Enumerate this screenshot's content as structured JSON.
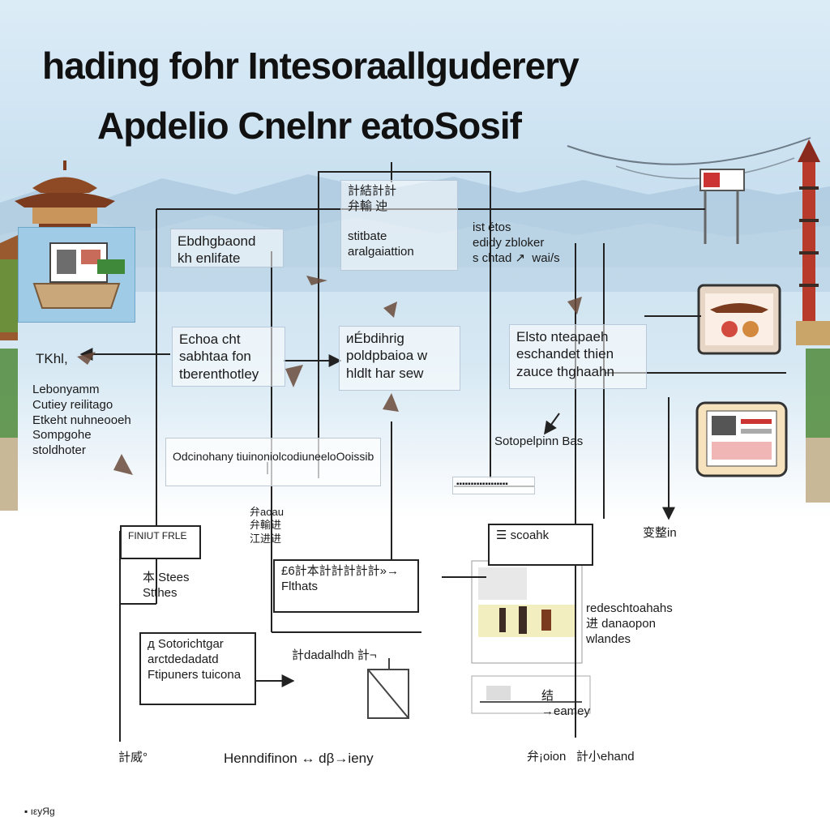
{
  "title": "hading fohr Intesoraallguderery",
  "subtitle": "Apdelio Cnelnr eatoSosif",
  "nodes": {
    "left_top": "Ebdhgbaond\nkh enlifate",
    "center_top": "計結計計\n弁輸 迚\n \nstitbate\naralgaiattion",
    "right_top": "ist étos\nedidy zbloker\ns chtad ↗  wai/s",
    "left_mid": "Echoa cht\nsabhtaa fon\ntberenthotley",
    "center_mid": "иÉbdihrig\npoldpbaioa w\nhldlt har sew",
    "right_mid": "Elsto nteapaeh\neschandet thien\nzauce thghaahn",
    "left_side_label": "TKhl,",
    "left_side": "Lebonyamm\nCutiey reilitago\nEtkeht nuhneooeh\nSompgohe\nstoldhoter",
    "process_bar": "Odcinohany tiuinoniolcodiuneeloOoissib",
    "right_caption": "Sotopelpinn Bas",
    "small_bar": "▪▪▪▪▪▪▪▪▪▪▪▪▪▪▪▪▪▪",
    "far_right_label": "变整in",
    "fiqu_label": "弁aoau\n弁輸进\n江进进",
    "low_left_header": "FINIUT FRLE",
    "low_left_box": "本 Stees\nStthes",
    "low_center_box": "£6計本計計計計計»→\nFlthats",
    "low_right_top": "☰ scoahk",
    "bottom_left_box": "д Sotorichtgar\narctdedadatd\nFtipuners tuicona",
    "bottom_center_label": "計dadalhdh 計¬",
    "right_list": "redeschtoahahs\n进 danaopon\nwlandes",
    "desk_label": "结 →eamey",
    "footer_left": "計威°",
    "footer_center": "Henndifinon ↔ dβ→ieny",
    "footer_right": "弁¡oion   計小ehand",
    "corner_note": "▪ ıεyЯg"
  },
  "colors": {
    "sky": "#c9e0f0",
    "pagoda_roof": "#7a3b1e",
    "tower": "#b83a2a",
    "line": "#222222",
    "panel_border": "#222222"
  }
}
